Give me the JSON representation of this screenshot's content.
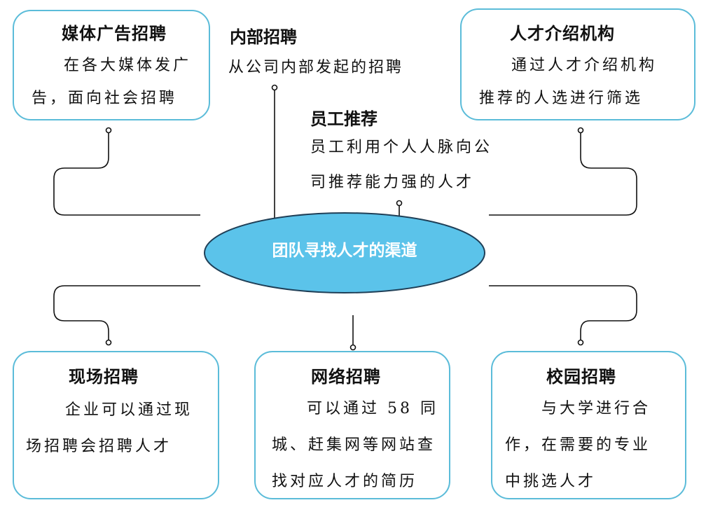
{
  "center": {
    "label": "团队寻找人才的渠道",
    "color": "#5bc3ea"
  },
  "border_color": "#5bbcd9",
  "channels": {
    "media_ad": {
      "title": "媒体广告招聘",
      "body": "在各大媒体发广\n告，面向社会招聘"
    },
    "internal": {
      "title": "内部招聘",
      "body": "从公司内部发起的招聘"
    },
    "referral": {
      "title": "员工推荐",
      "body": "员工利用个人人脉向公\n司推荐能力强的人才"
    },
    "agency": {
      "title": "人才介绍机构",
      "body": "通过人才介绍机构\n推荐的人选进行筛选"
    },
    "onsite": {
      "title": "现场招聘",
      "body": "企业可以通过现\n场招聘会招聘人才"
    },
    "online": {
      "title": "网络招聘",
      "body": "可以通过 58 同\n城、赶集网等网站查\n找对应人才的简历"
    },
    "campus": {
      "title": "校园招聘",
      "body": "与大学进行合\n作，在需要的专业\n中挑选人才"
    }
  }
}
